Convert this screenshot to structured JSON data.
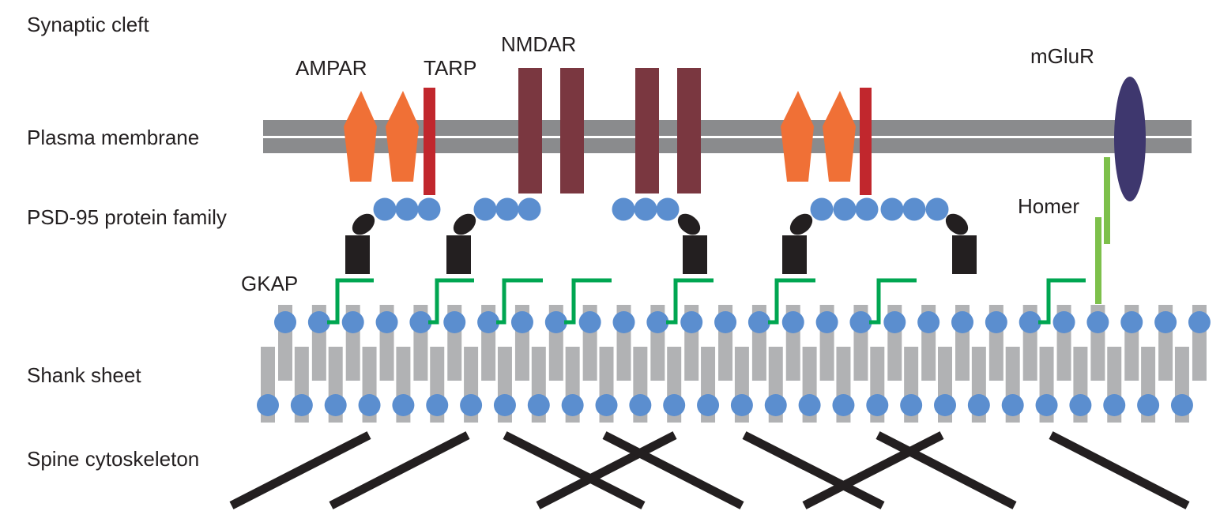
{
  "title": "Postsynaptic density molecular organization",
  "row_labels": {
    "synaptic_cleft": "Synaptic cleft",
    "plasma_membrane": "Plasma membrane",
    "psd95_family": "PSD-95 protein family",
    "shank_sheet": "Shank sheet",
    "spine_cytoskeleton": "Spine cytoskeleton"
  },
  "molecule_labels": {
    "ampar": "AMPAR",
    "tarp": "TARP",
    "nmdar": "NMDAR",
    "mglur": "mGluR",
    "homer": "Homer",
    "gkap": "GKAP"
  },
  "colors": {
    "membrane": "#8a8b8d",
    "ampar": "#f07036",
    "tarp": "#c1272d",
    "nmdar": "#7a3740",
    "mglur": "#3e376e",
    "psd95_domain": "#5b8ecf",
    "psd95_anchor": "#231f20",
    "gkap": "#00a651",
    "homer": "#7dc04b",
    "shank_pillar": "#b1b2b4",
    "shank_node": "#5b8ecf",
    "actin": "#231f20"
  },
  "counts": {
    "ampar_clusters": 2,
    "nmdar_clusters": 2,
    "psd95_complexes": 4,
    "gkap_linkers": 8,
    "shank_top_nodes": 28,
    "shank_bottom_nodes": 28,
    "actin_filaments": 9
  }
}
